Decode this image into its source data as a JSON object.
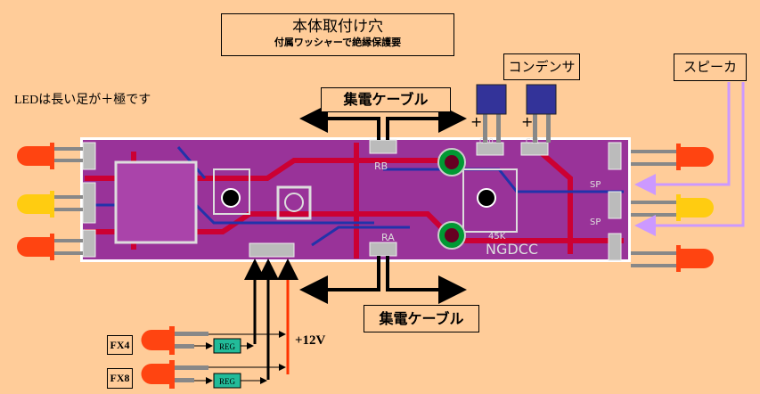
{
  "mount_hole": {
    "title": "本体取付け穴",
    "note": "付属ワッシャーで絶縁保護要"
  },
  "led_note": "LEDは長い足が＋極です",
  "pickup_cable_top": "集電ケーブル",
  "pickup_cable_bottom": "集電ケーブル",
  "capacitor": "コンデンサ",
  "speaker": "スピーカ",
  "capacitor_plus": [
    "+",
    "+"
  ],
  "fx": [
    {
      "label": "FX4",
      "reg": "REG"
    },
    {
      "label": "FX8",
      "reg": "REG"
    }
  ],
  "supply": "+12V",
  "pcb": {
    "rb": "RB",
    "ra": "RA",
    "c1": "C30",
    "c2": "C31",
    "sp1": "SP",
    "sp2": "SP",
    "part": "45K",
    "name": "NGDCC"
  },
  "colors": {
    "background": "#ffcc99",
    "board": "#993399",
    "trace_red": "#cc0033",
    "trace_blue": "#2233aa",
    "led_red": "#ff4411",
    "led_yellow": "#ffcc11",
    "capacitor": "#333399",
    "speaker_wire": "#cc99ff",
    "reg": "#22bb99"
  }
}
